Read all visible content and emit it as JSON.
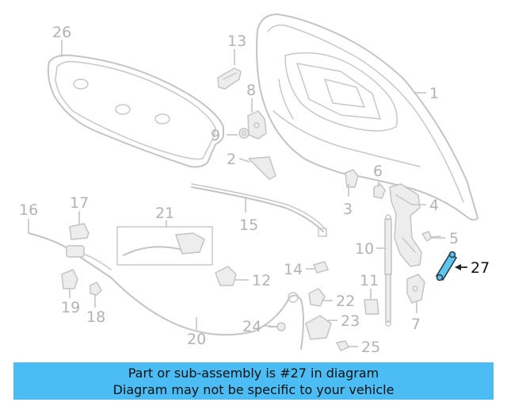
{
  "callouts": {
    "c1": "1",
    "c2": "2",
    "c3": "3",
    "c4": "4",
    "c5": "5",
    "c6": "6",
    "c7": "7",
    "c8": "8",
    "c9": "9",
    "c10": "10",
    "c11": "11",
    "c12": "12",
    "c13": "13",
    "c14": "14",
    "c15": "15",
    "c16": "16",
    "c17": "17",
    "c18": "18",
    "c19": "19",
    "c20": "20",
    "c21": "21",
    "c22": "22",
    "c23": "23",
    "c24": "24",
    "c25": "25",
    "c26": "26",
    "c27": "27"
  },
  "highlight_color": "#5bc6ee",
  "banner": {
    "line1": "Part or sub-assembly is #27 in diagram",
    "line2": "Diagram may not be specific to your vehicle",
    "color": "#4bbcf4"
  }
}
